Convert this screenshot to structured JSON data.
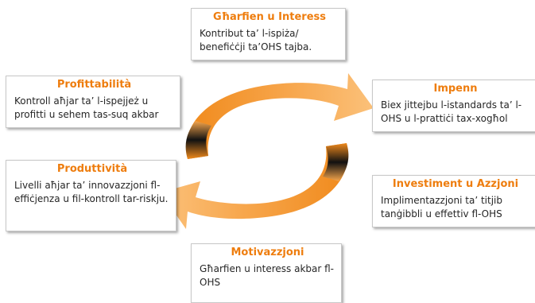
{
  "colors": {
    "accent": "#ee7d0e",
    "arrow_orange": "#f7a64c",
    "arrow_dark": "#1a1a1a",
    "box_border": "#c8c8c8"
  },
  "boxes": {
    "top": {
      "title": "Għarfien u Interess",
      "body": "Kontribut ta’ l-ispiża/ benefiċċji ta’OHS tajba."
    },
    "profittabilita": {
      "title": "Profittabilità",
      "body": "Kontroll aħjar ta’ l-ispejjeż u profitti u sehem tas-suq akbar"
    },
    "impenn": {
      "title": "Impenn",
      "body": "Biex jittejbu l-istandards ta’ l-OHS u l-prattiċi tax-xogħol"
    },
    "produttivita": {
      "title": "Produttività",
      "body": "Livelli aħjar ta’ innovazzjoni fl-effiċjenza u fil-kontroll tar-riskju."
    },
    "investiment": {
      "title": "Investiment u Azzjoni",
      "body": "Implimentazzjoni ta’ titjib tanġibbli u effettiv fl-OHS"
    },
    "motivazzjoni": {
      "title": "Motivazzjoni",
      "body": "Għarfien u interess akbar fl-OHS"
    }
  },
  "icons": {
    "arrow_upper": "circular-arrow-right-icon",
    "arrow_lower": "circular-arrow-left-icon"
  }
}
